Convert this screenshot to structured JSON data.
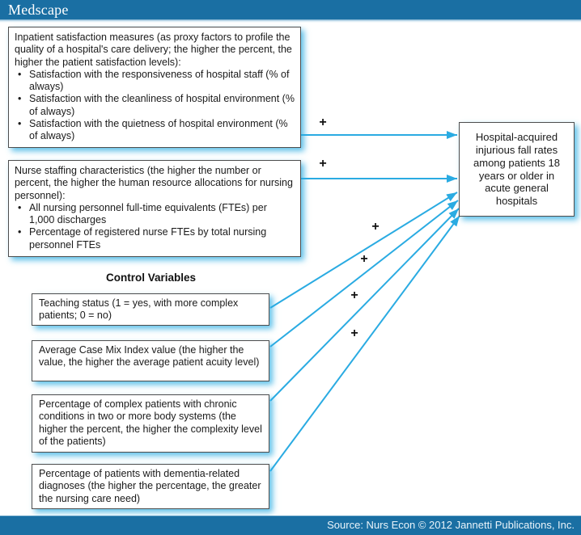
{
  "header": {
    "brand": "Medscape"
  },
  "footer": {
    "source_text": "Source: Nurs Econ © 2012 Jannetti Publications, Inc."
  },
  "colors": {
    "bar_blue": "#1a6fa3",
    "arrow_cyan": "#2aabe2",
    "box_border": "#4d4d4d",
    "shadow_glow": "#8ed4f1",
    "text": "#1a1a1a"
  },
  "diagram": {
    "predictors": [
      {
        "id": "inpatient-satisfaction",
        "intro": "Inpatient satisfaction measures (as proxy factors to profile the quality of a hospital's care delivery; the higher the percent, the higher the patient satisfaction levels):",
        "bullets": [
          "Satisfaction with the responsiveness of hospital staff (% of always)",
          "Satisfaction with the cleanliness of hospital environment (% of always)",
          "Satisfaction with the quietness of hospital environment (% of always)"
        ]
      },
      {
        "id": "nurse-staffing",
        "intro": "Nurse staffing characteristics (the higher the number or percent, the higher the human resource allocations for nursing personnel):",
        "bullets": [
          "All nursing personnel full-time equivalents (FTEs) per 1,000 discharges",
          "Percentage of registered nurse FTEs by total nursing personnel FTEs"
        ]
      }
    ],
    "control_heading": "Control Variables",
    "controls": [
      "Teaching status (1 = yes, with more complex patients; 0 = no)",
      "Average Case Mix Index value (the higher the value, the higher the average patient acuity level)",
      "Percentage of complex patients with chronic conditions in two or more body systems (the higher the percent, the higher the complexity level of the patients)",
      "Percentage of patients with dementia-related diagnoses (the higher the percentage, the greater the nursing care need)"
    ],
    "outcome": "Hospital-acquired injurious fall rates among patients 18 years or older in acute general hospitals",
    "arrows": [
      {
        "from": "inpatient-satisfaction",
        "to": "outcome",
        "label": "+"
      },
      {
        "from": "nurse-staffing",
        "to": "outcome",
        "label": "+"
      },
      {
        "from": "teaching-status",
        "to": "outcome",
        "label": "+"
      },
      {
        "from": "case-mix-index",
        "to": "outcome",
        "label": "+"
      },
      {
        "from": "complex-patients",
        "to": "outcome",
        "label": "+"
      },
      {
        "from": "dementia-diagnoses",
        "to": "outcome",
        "label": "+"
      }
    ]
  }
}
